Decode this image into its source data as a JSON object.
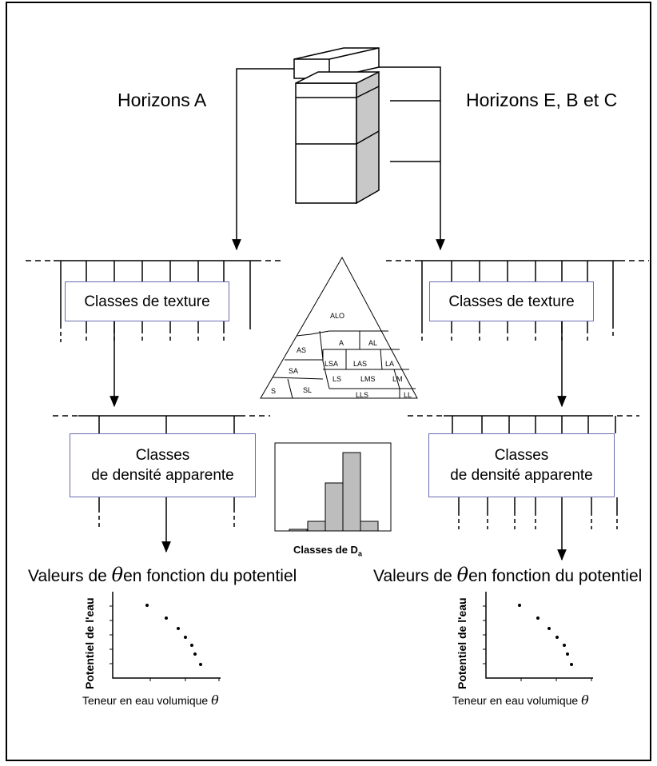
{
  "left": {
    "heading": "Horizons A",
    "texture_box": "Classes de texture",
    "density_box_line1": "Classes",
    "density_box_line2": "de densité apparente",
    "theta_caption_pre": "Valeurs de ",
    "theta_symbol": "θ",
    "theta_caption_post": "en fonction du potentiel",
    "plot_ylabel": "Potentiel de l'eau",
    "plot_xlabel": "Teneur en eau volumique ",
    "plot_xlabel_symbol": "θ"
  },
  "right": {
    "heading": "Horizons E, B et C",
    "texture_box": "Classes de texture",
    "density_box_line1": "Classes",
    "density_box_line2": "de densité apparente",
    "theta_caption_pre": "Valeurs de ",
    "theta_symbol": "θ",
    "theta_caption_post": "en fonction du potentiel",
    "plot_ylabel": "Potentiel de l'eau",
    "plot_xlabel": "Teneur en eau volumique ",
    "plot_xlabel_symbol": "θ"
  },
  "triangle_labels": {
    "alo": "ALO",
    "as": "AS",
    "a": "A",
    "al": "AL",
    "sa": "SA",
    "lsa": "LSA",
    "las": "LAS",
    "la": "LA",
    "ls": "LS",
    "lms": "LMS",
    "lm": "LM",
    "s": "S",
    "sl": "SL",
    "lls": "LLS",
    "ll": "LL"
  },
  "histogram": {
    "caption": "Classes de D",
    "caption_sub": "a",
    "bar_heights_relative": [
      0.02,
      0.1,
      0.55,
      0.98,
      0.1
    ]
  },
  "colors": {
    "box_border": "#6b6bb0",
    "block_shade": "#c8c8c8",
    "hist_fill": "#bdbdbd"
  }
}
